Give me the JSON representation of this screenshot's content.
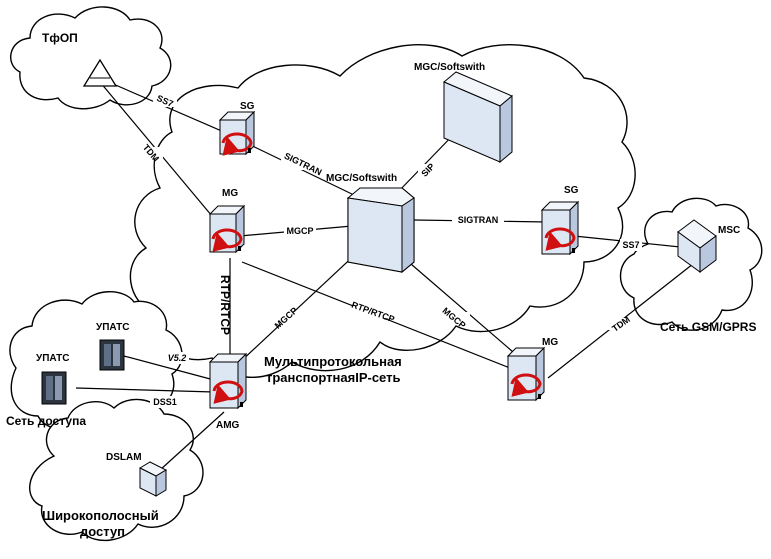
{
  "networks": {
    "pstn": "ТфОП",
    "core_softswitch": "MGC/Softswith",
    "transport": [
      "Мультипротокольная",
      "транспортнаяIP-сеть"
    ],
    "mobile": "Сеть GSM/GPRS",
    "access": "Сеть доступа",
    "broadband": [
      "Широкополосный",
      "доступ"
    ]
  },
  "nodes": {
    "sg_left": "SG",
    "mg_left": "MG",
    "softswitch_center": "MGC/Softswith",
    "sg_right": "SG",
    "msc": "MSC",
    "mg_right": "MG",
    "amg": "AMG",
    "upats_1": "УПАТС",
    "upats_2": "УПАТС",
    "dslam": "DSLAM"
  },
  "links": {
    "ss7_pstn": "SS7",
    "tdm_pstn": "TDM",
    "sigtran_left": "SIGTRAN",
    "sip": "SIP",
    "mgcp_left": "MGCP",
    "sigtran_right": "SIGTRAN",
    "ss7_msc": "SS7",
    "rtp_vertical": "RTP/RTCP",
    "rtp_diag": "RTP/RTCP",
    "mgcp_amg": "MGCP",
    "mgcp_mg_right": "MGCP",
    "tdm_msc": "TDM",
    "v52": "V5.2",
    "dss1": "DSS1"
  },
  "colors": {
    "device_front": "#dde6f3",
    "device_side": "#b9c8de",
    "device_top": "#f2f6fb",
    "arrow": "#d01010",
    "outline": "#000000"
  }
}
